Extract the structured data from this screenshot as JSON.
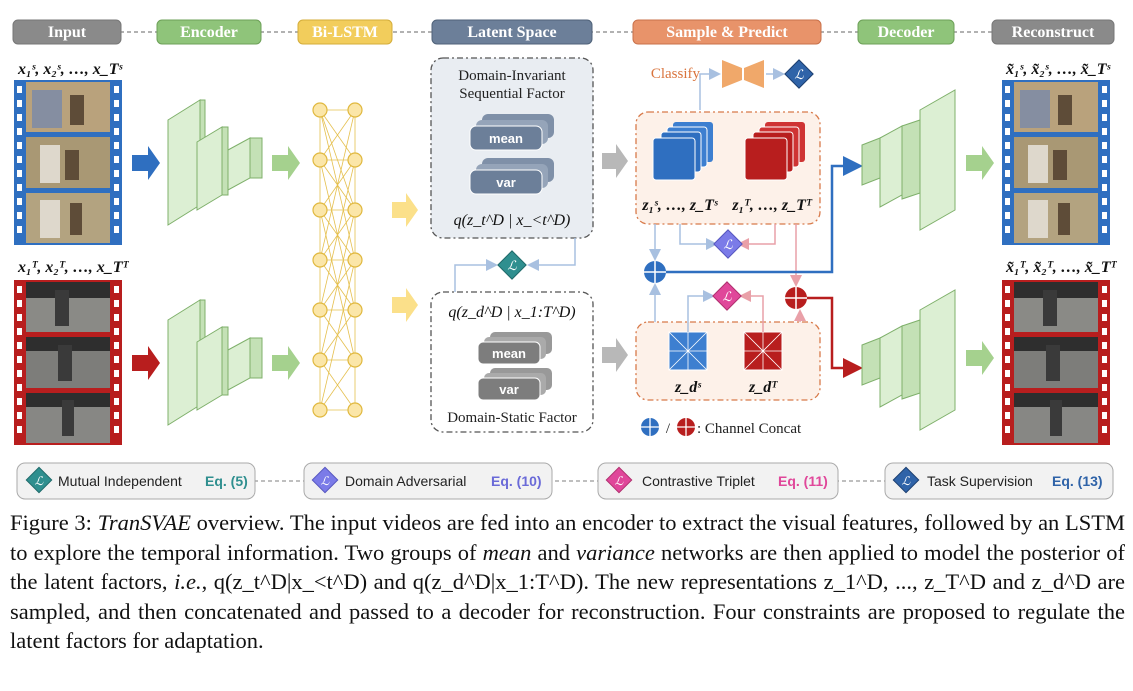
{
  "stages": [
    {
      "label": "Input",
      "color": "#8a8a8a"
    },
    {
      "label": "Encoder",
      "color": "#8fc47a"
    },
    {
      "label": "Bi-LSTM",
      "color": "#f2cd5c"
    },
    {
      "label": "Latent Space",
      "color": "#6c7f99"
    },
    {
      "label": "Sample & Predict",
      "color": "#e8936a"
    },
    {
      "label": "Decoder",
      "color": "#8fc47a"
    },
    {
      "label": "Reconstruct",
      "color": "#8a8a8a"
    }
  ],
  "source_seq": "x₁ˢ, x₂ˢ, …, x_Tˢ",
  "target_seq": "x₁ᵀ, x₂ᵀ, …, x_Tᵀ",
  "source_recon": "x̃₁ˢ, x̃₂ˢ, …, x̃_Tˢ",
  "target_recon": "x̃₁ᵀ, x̃₂ᵀ, …, x̃_Tᵀ",
  "latent": {
    "dynamic_title_1": "Domain-Invariant",
    "dynamic_title_2": "Sequential Factor",
    "static_title": "Domain-Static Factor",
    "mean": "mean",
    "var": "var",
    "q_dynamic": "q(z_t^D | x_<t^D)",
    "q_static": "q(z_d^D | x_1:T^D)"
  },
  "sample": {
    "classify": "Classify",
    "z_src_seq": "z₁ˢ, …, z_Tˢ",
    "z_tgt_seq": "z₁ᵀ, …, z_Tᵀ",
    "z_src_static": "z_dˢ",
    "z_tgt_static": "z_dᵀ",
    "concat_note": ": Channel Concat",
    "concat_sep": "/"
  },
  "legend": [
    {
      "label": "Mutual Independent",
      "eq": "Eq. (5)",
      "color": "#2f8f8f"
    },
    {
      "label": "Domain Adversarial",
      "eq": "Eq. (10)",
      "color": "#7b7be8"
    },
    {
      "label": "Contrastive Triplet",
      "eq": "Eq. (11)",
      "color": "#e0479a"
    },
    {
      "label": "Task Supervision",
      "eq": "Eq. (13)",
      "color": "#2f63a8"
    }
  ],
  "caption": {
    "fig_label": "Figure 3:",
    "name": "TranSVAE",
    "s1": " overview. The input videos are fed into an encoder to extract the visual features, followed by an LSTM to explore the temporal information. Two groups of ",
    "mean": "mean",
    "and": " and ",
    "variance": "variance",
    "s2": " networks are then applied to model the posterior of the latent factors, ",
    "ie": "i.e.",
    "s3": ", q(z_t^D|x_<t^D) and q(z_d^D|x_1:T^D). The new representations z_1^D, ..., z_T^D and z_d^D are sampled, and then concatenated and passed to a decoder for reconstruction. Four constraints are proposed to regulate the latent factors for adaptation."
  },
  "colors": {
    "source": "#2f6fc0",
    "target": "#b81e1e",
    "encoder": "#dcefd3",
    "lstm": "#f2cd5c"
  }
}
